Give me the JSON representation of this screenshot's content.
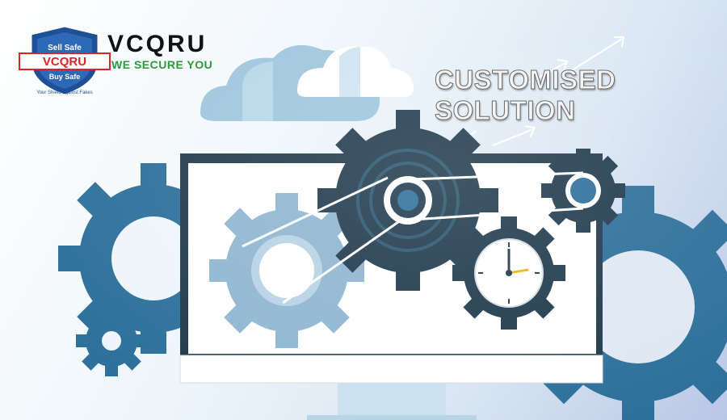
{
  "brand": {
    "name": "VCQRU",
    "tagline": "WE SECURE YOU",
    "badge_top_text": "Sell Safe",
    "badge_mid_text": "VCQRU",
    "badge_bottom_text": "Buy Safe",
    "badge_ribbon_text": "Your Shield against Fakes"
  },
  "headline": {
    "line1": "CUSTOMISED",
    "line2": "SOLUTION"
  },
  "colors": {
    "gear_blue": "#2c6f9a",
    "gear_dark": "#1f3a4d",
    "gear_light": "#8fb6d1",
    "monitor_frame": "#203a4b",
    "tagline_green": "#2a9a3a",
    "badge_red": "#d8232a",
    "badge_blue": "#1f4f96"
  },
  "icons": [
    "shield-logo",
    "cloud-icon",
    "gear-icon",
    "clock-icon",
    "monitor-icon",
    "arrow-icon"
  ]
}
